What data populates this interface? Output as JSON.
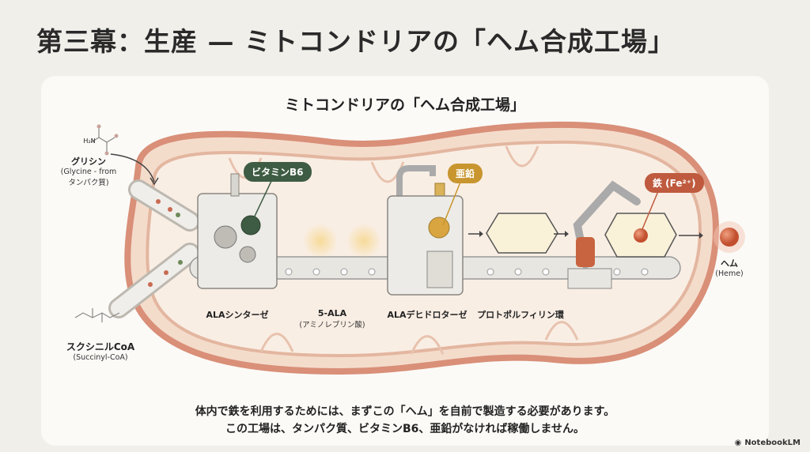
{
  "slide_title": "第三幕：生産 — ミトコンドリアの「ヘム合成工場」",
  "diagram": {
    "title": "ミトコンドリアの「ヘム合成工場」",
    "inputs": {
      "glycine": {
        "label": "グリシン",
        "sub1": "(Glycine - from",
        "sub2": "タンパク質)",
        "formula": "H₂N"
      },
      "succinyl": {
        "label": "スクシニルCoA",
        "sub": "(Succinyl-CoA)"
      }
    },
    "steps": [
      {
        "label": "ALAシンターゼ"
      },
      {
        "label": "5-ALA",
        "sub": "(アミノレブリン酸)"
      },
      {
        "label": "ALAデヒドロターゼ"
      },
      {
        "label": "プロトポルフィリン環"
      }
    ],
    "output": {
      "label": "ヘム",
      "sub": "(Heme)"
    },
    "cofactors": [
      {
        "label": "ビタミンB6",
        "color": "#3e5c43"
      },
      {
        "label": "亜鉛",
        "color": "#c8952f"
      },
      {
        "label": "鉄 (Fe²⁺)",
        "color": "#bf5a3e"
      }
    ]
  },
  "caption": {
    "line1": "体内で鉄を利用するためには、まずこの「ヘム」を自前で製造する必要があります。",
    "line2": "この工場は、タンパク質、ビタミンB6、亜鉛がなければ稼働しません。"
  },
  "branding": {
    "logo_text": "NotebookLM"
  }
}
